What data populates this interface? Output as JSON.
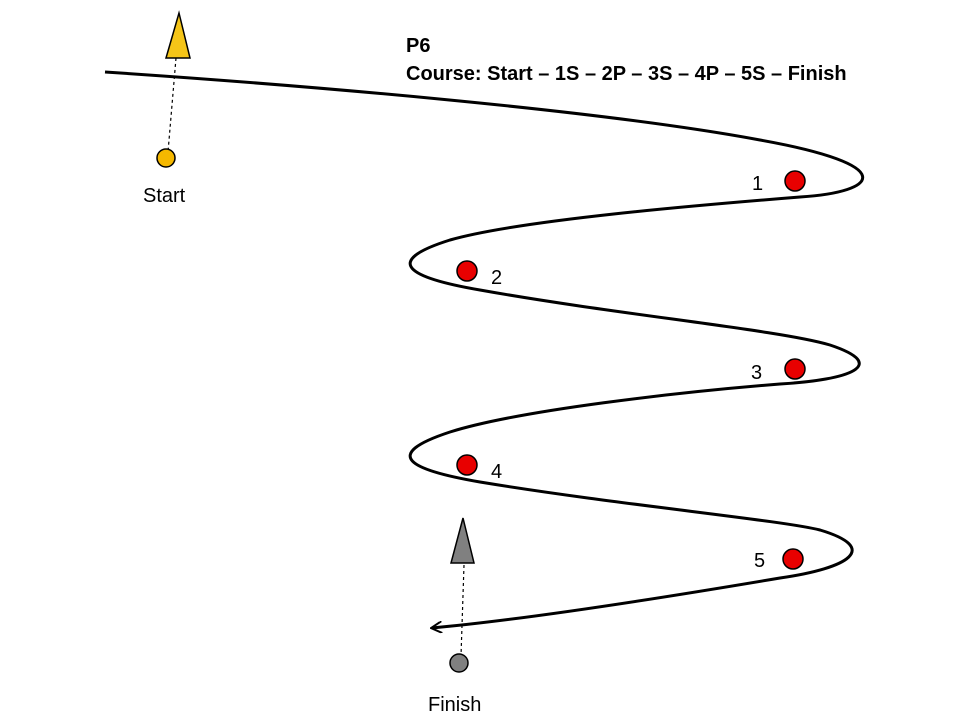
{
  "header": {
    "pattern_code": "P6",
    "course_line": "Course: Start – 1S – 2P – 3S – 4P – 5S – Finish"
  },
  "start": {
    "label": "Start",
    "mark_color": "#f5b800",
    "flag_color": "#f5c518"
  },
  "finish": {
    "label": "Finish",
    "mark_color": "#808080",
    "flag_color": "#808080"
  },
  "marks": [
    {
      "label": "1",
      "color": "#e80000"
    },
    {
      "label": "2",
      "color": "#e80000"
    },
    {
      "label": "3",
      "color": "#e80000"
    },
    {
      "label": "4",
      "color": "#e80000"
    },
    {
      "label": "5",
      "color": "#e80000"
    }
  ],
  "colors": {
    "course_line": "#000000",
    "outline": "#000000"
  }
}
